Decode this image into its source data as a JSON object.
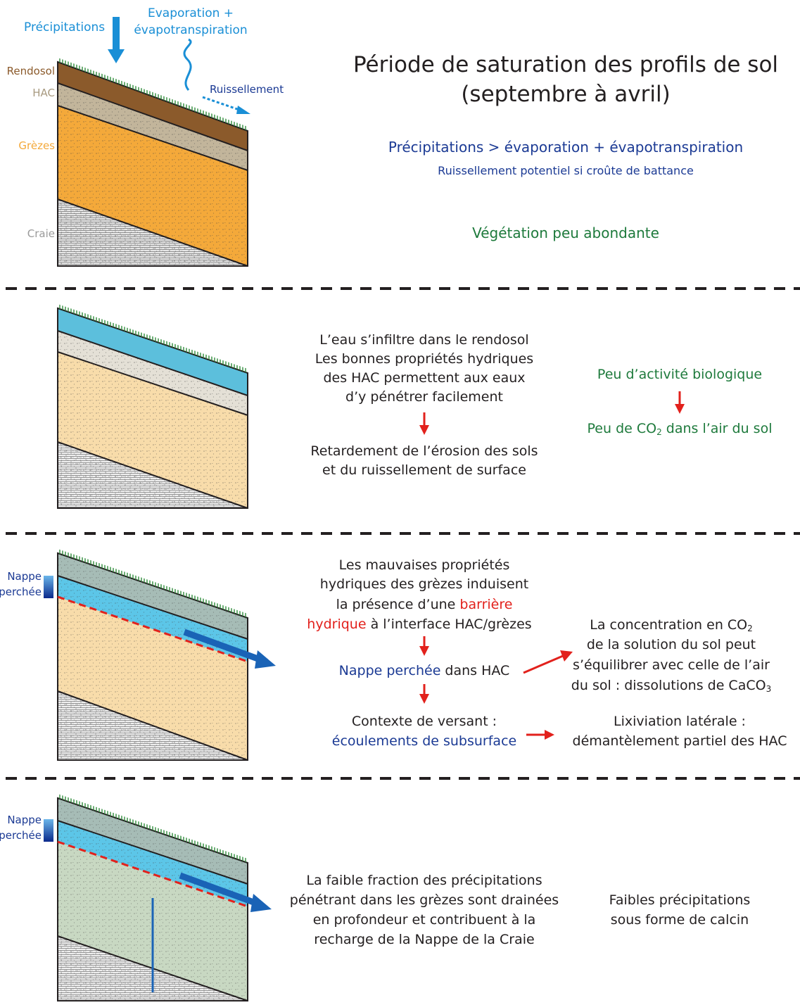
{
  "colors": {
    "rendosol": "#8b5a2b",
    "hac": "#c2b59b",
    "grezes": "#f4a93a",
    "craie": "#a9a9a9",
    "water": "#4fc3e8",
    "dark_blue": "#1b3a94",
    "light_blue": "#1a8fd6",
    "green": "#1e7a3c",
    "red": "#e2211c"
  },
  "panel1": {
    "label_precip": "Précipitations",
    "label_evap_1": "Evaporation +",
    "label_evap_2": "évapotranspiration",
    "label_ruissellement": "Ruissellement",
    "layer_rendosol": "Rendosol",
    "layer_hac": "HAC",
    "layer_grezes": "Grèzes",
    "layer_craie": "Craie",
    "title_1": "Période de saturation des profils de sol",
    "title_2": "(septembre à avril)",
    "balance": "Précipitations > évaporation + évapotranspiration",
    "runoff_note": "Ruissellement potentiel si croûte de battance",
    "vegetation": "Végétation peu abondante"
  },
  "panel2": {
    "lines": [
      "L’eau s’infiltre dans le rendosol",
      "Les bonnes propriétés hydriques",
      "des HAC permettent aux eaux",
      "d’y pénétrer facilement"
    ],
    "result_1": "Retardement de l’érosion des sols",
    "result_2": "et du ruissellement de surface",
    "bio": "Peu d’activité biologique",
    "co2_pre": "Peu de CO",
    "co2_sub": "2",
    "co2_post": " dans l’air du sol"
  },
  "panel3": {
    "nappe_1": "Nappe",
    "nappe_2": "perchée",
    "line1": "Les mauvaises propriétés",
    "line2": "hydriques des grèzes induisent",
    "line3_pre": "la présence d’une ",
    "line3_red": "barrière",
    "line4_red": "hydrique",
    "line4_post": " à l’interface HAC/grèzes",
    "nappe_text_blue": "Nappe perchée",
    "nappe_text_post": " dans HAC",
    "context_1": "Contexte de versant :",
    "context_2": "écoulements de subsurface",
    "conc_1_pre": "La concentration en CO",
    "conc_1_sub": "2",
    "conc_2": "de la solution du sol peut",
    "conc_3": "s’équilibrer  avec celle de l’air",
    "conc_4_pre": "du sol : dissolutions de CaCO",
    "conc_4_sub": "3",
    "lix_1": "Lixiviation latérale :",
    "lix_2": "démantèlement partiel des HAC"
  },
  "panel4": {
    "nappe_1": "Nappe",
    "nappe_2": "perchée",
    "lines": [
      "La faible fraction des précipitations",
      "pénétrant dans les grèzes sont drainées",
      "en profondeur et contribuent à la",
      "recharge de la Nappe de la Craie"
    ],
    "winter_1": "Faibles précipitations",
    "winter_2": "sous forme de calcin"
  }
}
